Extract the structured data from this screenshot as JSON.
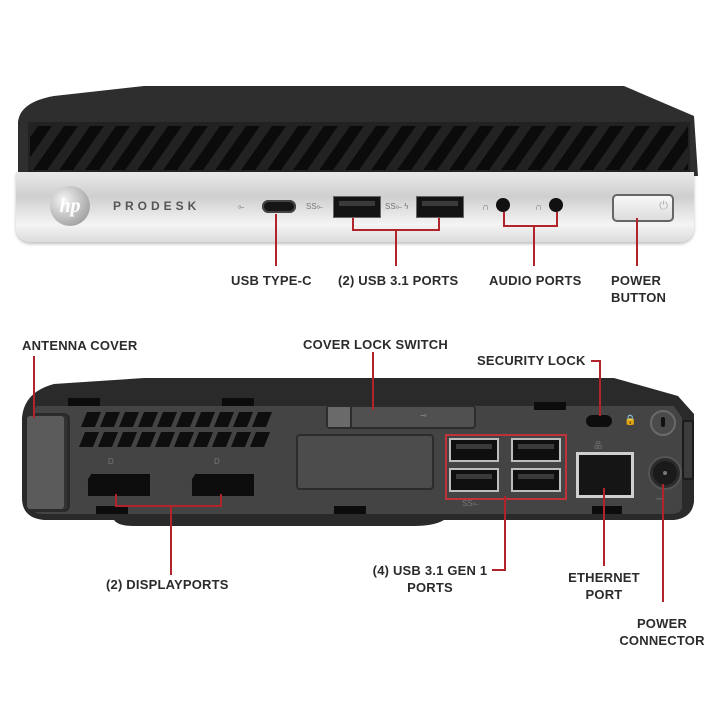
{
  "front": {
    "brand_logo": "hp",
    "model_name": "PRODESK",
    "labels": {
      "usb_type_c": "USB TYPE-C",
      "usb_31_ports": "(2) USB 3.1 PORTS",
      "audio_ports": "AUDIO PORTS",
      "power_button_line1": "POWER",
      "power_button_line2": "BUTTON"
    },
    "icons": {
      "usb": "⟜",
      "usb_ss": "SS⟜",
      "usb_ss_charge": "SS⟜ ϟ",
      "headphone": "∩",
      "headset": "∩",
      "power": "⏻"
    }
  },
  "rear": {
    "labels": {
      "antenna_cover": "ANTENNA COVER",
      "cover_lock_switch": "COVER LOCK SWITCH",
      "security_lock": "SECURITY LOCK",
      "displayports": "(2) DISPLAYPORTS",
      "usb_gen1_line1": "(4) USB 3.1 GEN 1",
      "usb_gen1_line2": "PORTS",
      "ethernet_line1": "ETHERNET",
      "ethernet_line2": "PORT",
      "power_connector_line1": "POWER",
      "power_connector_line2": "CONNECTOR"
    },
    "icons": {
      "displayport": "D",
      "lock_switch": "⊸",
      "padlock": "🔒",
      "network": "品",
      "usb_ss": "SS⟜",
      "dc_power": "⎓"
    }
  },
  "colors": {
    "callout_line": "#b2242c",
    "label_text": "#2b2b2b",
    "chassis_dark": "#333333",
    "front_silver": "#e4e4e4"
  }
}
